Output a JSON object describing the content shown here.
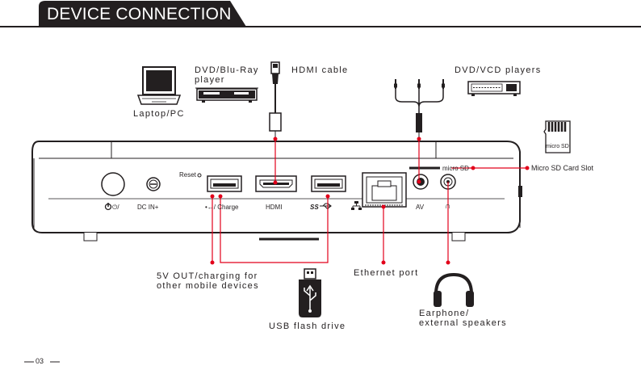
{
  "header": {
    "title": "DEVICE CONNECTION"
  },
  "devices": {
    "laptop": "Laptop/PC",
    "dvd_bluray_line1": "DVD/Blu-Ray",
    "dvd_bluray_line2": "player",
    "hdmi_cable": "HDMI cable",
    "dvd_vcd": "DVD/VCD players",
    "micro_sd_card_text": "micro SD",
    "micro_sd_slot": "Micro SD Card Slot",
    "five_v_out_line1": "5V OUT/charging for",
    "five_v_out_line2": "other mobile devices",
    "ethernet": "Ethernet port",
    "usb_flash": "USB flash drive",
    "earphone_line1": "Earphone/",
    "earphone_line2": "external speakers"
  },
  "panel": {
    "reset": "Reset",
    "power": "⏻/",
    "dc_in": "DC IN+",
    "charge": "•←/ Charge",
    "hdmi": "HDMI",
    "ss": "SS",
    "av": "AV",
    "headphone": "∩",
    "micro_sd": "micro SD"
  },
  "footer": {
    "page_number": "03"
  },
  "colors": {
    "accent_red": "#e2001a",
    "header_bg": "#231f20"
  },
  "icons": [
    "laptop-icon",
    "dvd-player-icon",
    "hdmi-cable-icon",
    "av-cable-icon",
    "dvd-vcd-player-icon",
    "micro-sd-card-icon",
    "usb-flash-drive-icon",
    "headphones-icon",
    "usb-symbol-icon",
    "ethernet-symbol-icon"
  ]
}
